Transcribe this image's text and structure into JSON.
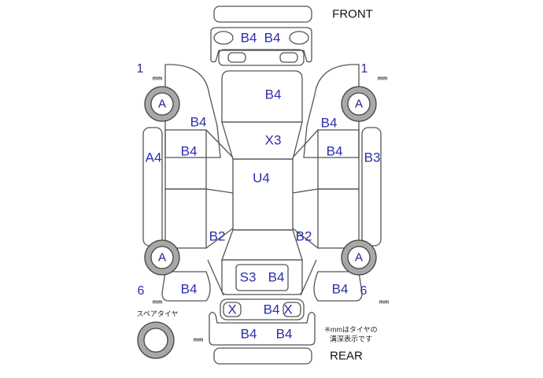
{
  "diagram": {
    "front_label": "FRONT",
    "rear_label": "REAR",
    "spare_tire_label": "スペアタイヤ",
    "note_line1": "※mmはタイヤの",
    "note_line2": "溝深表示です",
    "mm_unit": "mm",
    "tire_depths": {
      "front_left": "1",
      "front_right": "1",
      "rear_left": "6",
      "rear_right": "6"
    },
    "tires": {
      "front_left": "A",
      "front_right": "A",
      "rear_left": "A",
      "rear_right": "A"
    },
    "damage": {
      "front_bumper_left": "B4",
      "front_bumper_right": "B4",
      "hood": "B4",
      "front_fender_left": "B4",
      "front_fender_right": "B4",
      "windshield": "X3",
      "left_pillar": "A4",
      "front_door_left": "B4",
      "front_door_right": "B4",
      "right_pillar": "B3",
      "roof": "U4",
      "rear_door_left": "B2",
      "rear_door_right": "B2",
      "trunk_left": "S3",
      "trunk_right": "B4",
      "rear_fender_left": "B4",
      "rear_fender_right": "B4",
      "tail_lamp_left": "X",
      "rear_panel": "B4",
      "tail_lamp_right": "X",
      "rear_bumper_left": "B4",
      "rear_bumper_right": "B4"
    },
    "colors": {
      "mark": "#2b2fa8",
      "outline": "#555555",
      "tire": "#a8a8a8"
    }
  }
}
